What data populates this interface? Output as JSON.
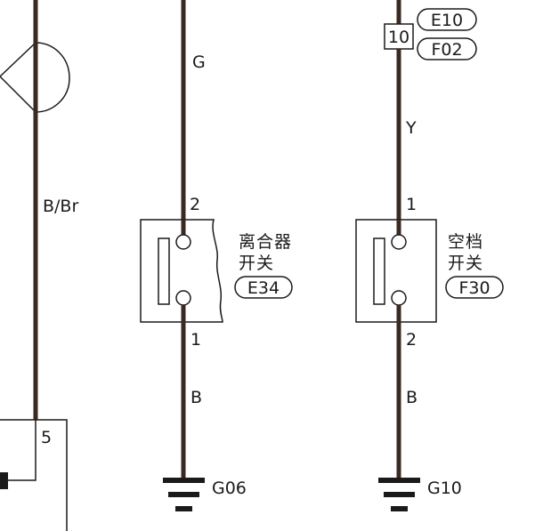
{
  "wires": {
    "left": "B/Br",
    "middle_top": "G",
    "middle_bottom": "B",
    "right_top": "Y",
    "right_bottom": "B"
  },
  "left_component": {
    "pin": "5"
  },
  "clutch_switch": {
    "name_line1": "离合器",
    "name_line2": "开关",
    "code": "E34",
    "pin_top": "2",
    "pin_bottom": "1"
  },
  "neutral_switch": {
    "name_line1": "空档",
    "name_line2": "开关",
    "code": "F30",
    "pin_top": "1",
    "pin_bottom": "2"
  },
  "connector": {
    "pin": "10",
    "code_top": "E10",
    "code_bottom": "F02"
  },
  "grounds": {
    "middle": "G06",
    "right": "G10"
  },
  "colors": {
    "wire": "#3a2a22",
    "line": "#1a1a1a",
    "background": "#ffffff"
  }
}
